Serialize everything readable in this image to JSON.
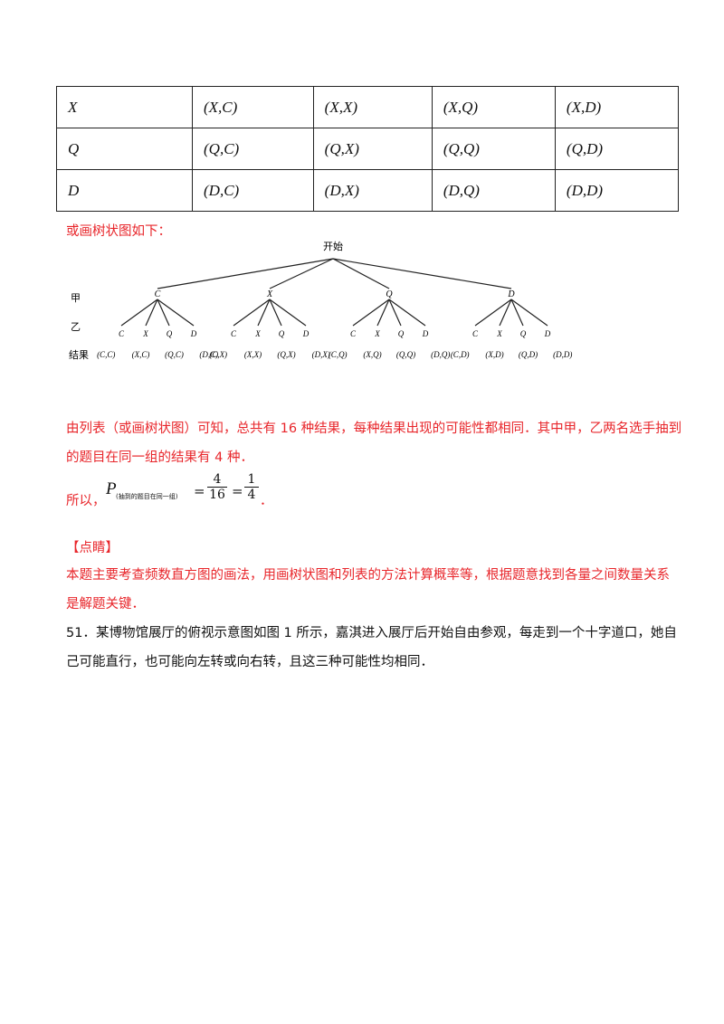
{
  "table": {
    "rows": [
      {
        "head": "X",
        "cells": [
          "(X,C)",
          "(X,X)",
          "(X,Q)",
          "(X,D)"
        ]
      },
      {
        "head": "Q",
        "cells": [
          "(Q,C)",
          "(Q,X)",
          "(Q,Q)",
          "(Q,D)"
        ]
      },
      {
        "head": "D",
        "cells": [
          "(D,C)",
          "(D,X)",
          "(D,Q)",
          "(D,D)"
        ]
      }
    ]
  },
  "tree_intro": "或画树状图如下：",
  "tree": {
    "root": "开始",
    "level1_label": "甲",
    "level2_label": "乙",
    "result_label": "结果",
    "first_nodes": [
      "C",
      "X",
      "Q",
      "D"
    ],
    "second_nodes": [
      "C",
      "X",
      "Q",
      "D"
    ],
    "results": [
      "(C,C)",
      "(X,C)",
      "(Q,C)",
      "(D,C)",
      "(C,X)",
      "(X,X)",
      "(Q,X)",
      "(D,X)",
      "(C,Q)",
      "(X,Q)",
      "(Q,Q)",
      "(D,Q)",
      "(C,D)",
      "(X,D)",
      "(Q,D)",
      "(D,D)"
    ]
  },
  "conclusion": {
    "line1": "由列表（或画树状图）可知，总共有 16 种结果，每种结果出现的可能性都相同．其中甲，乙两名选手抽到",
    "line2": "的题目在同一组的结果有 4 种．",
    "prefix": "所以，",
    "p_symbol": "P",
    "p_subscript": "(抽到的题目在同一组)",
    "frac1_num": "4",
    "frac1_den": "16",
    "frac2_num": "1",
    "frac2_den": "4",
    "end": "．"
  },
  "comment": {
    "heading": "【点睛】",
    "line1": "本题主要考查频数直方图的画法，用画树状图和列表的方法计算概率等，根据题意找到各量之间数量关系",
    "line2": "是解题关键．"
  },
  "question": {
    "line1": "51．某博物馆展厅的俯视示意图如图 1 所示，嘉淇进入展厅后开始自由参观，每走到一个十字道口，她自",
    "line2": "己可能直行，也可能向左转或向右转，且这三种可能性均相同．"
  }
}
